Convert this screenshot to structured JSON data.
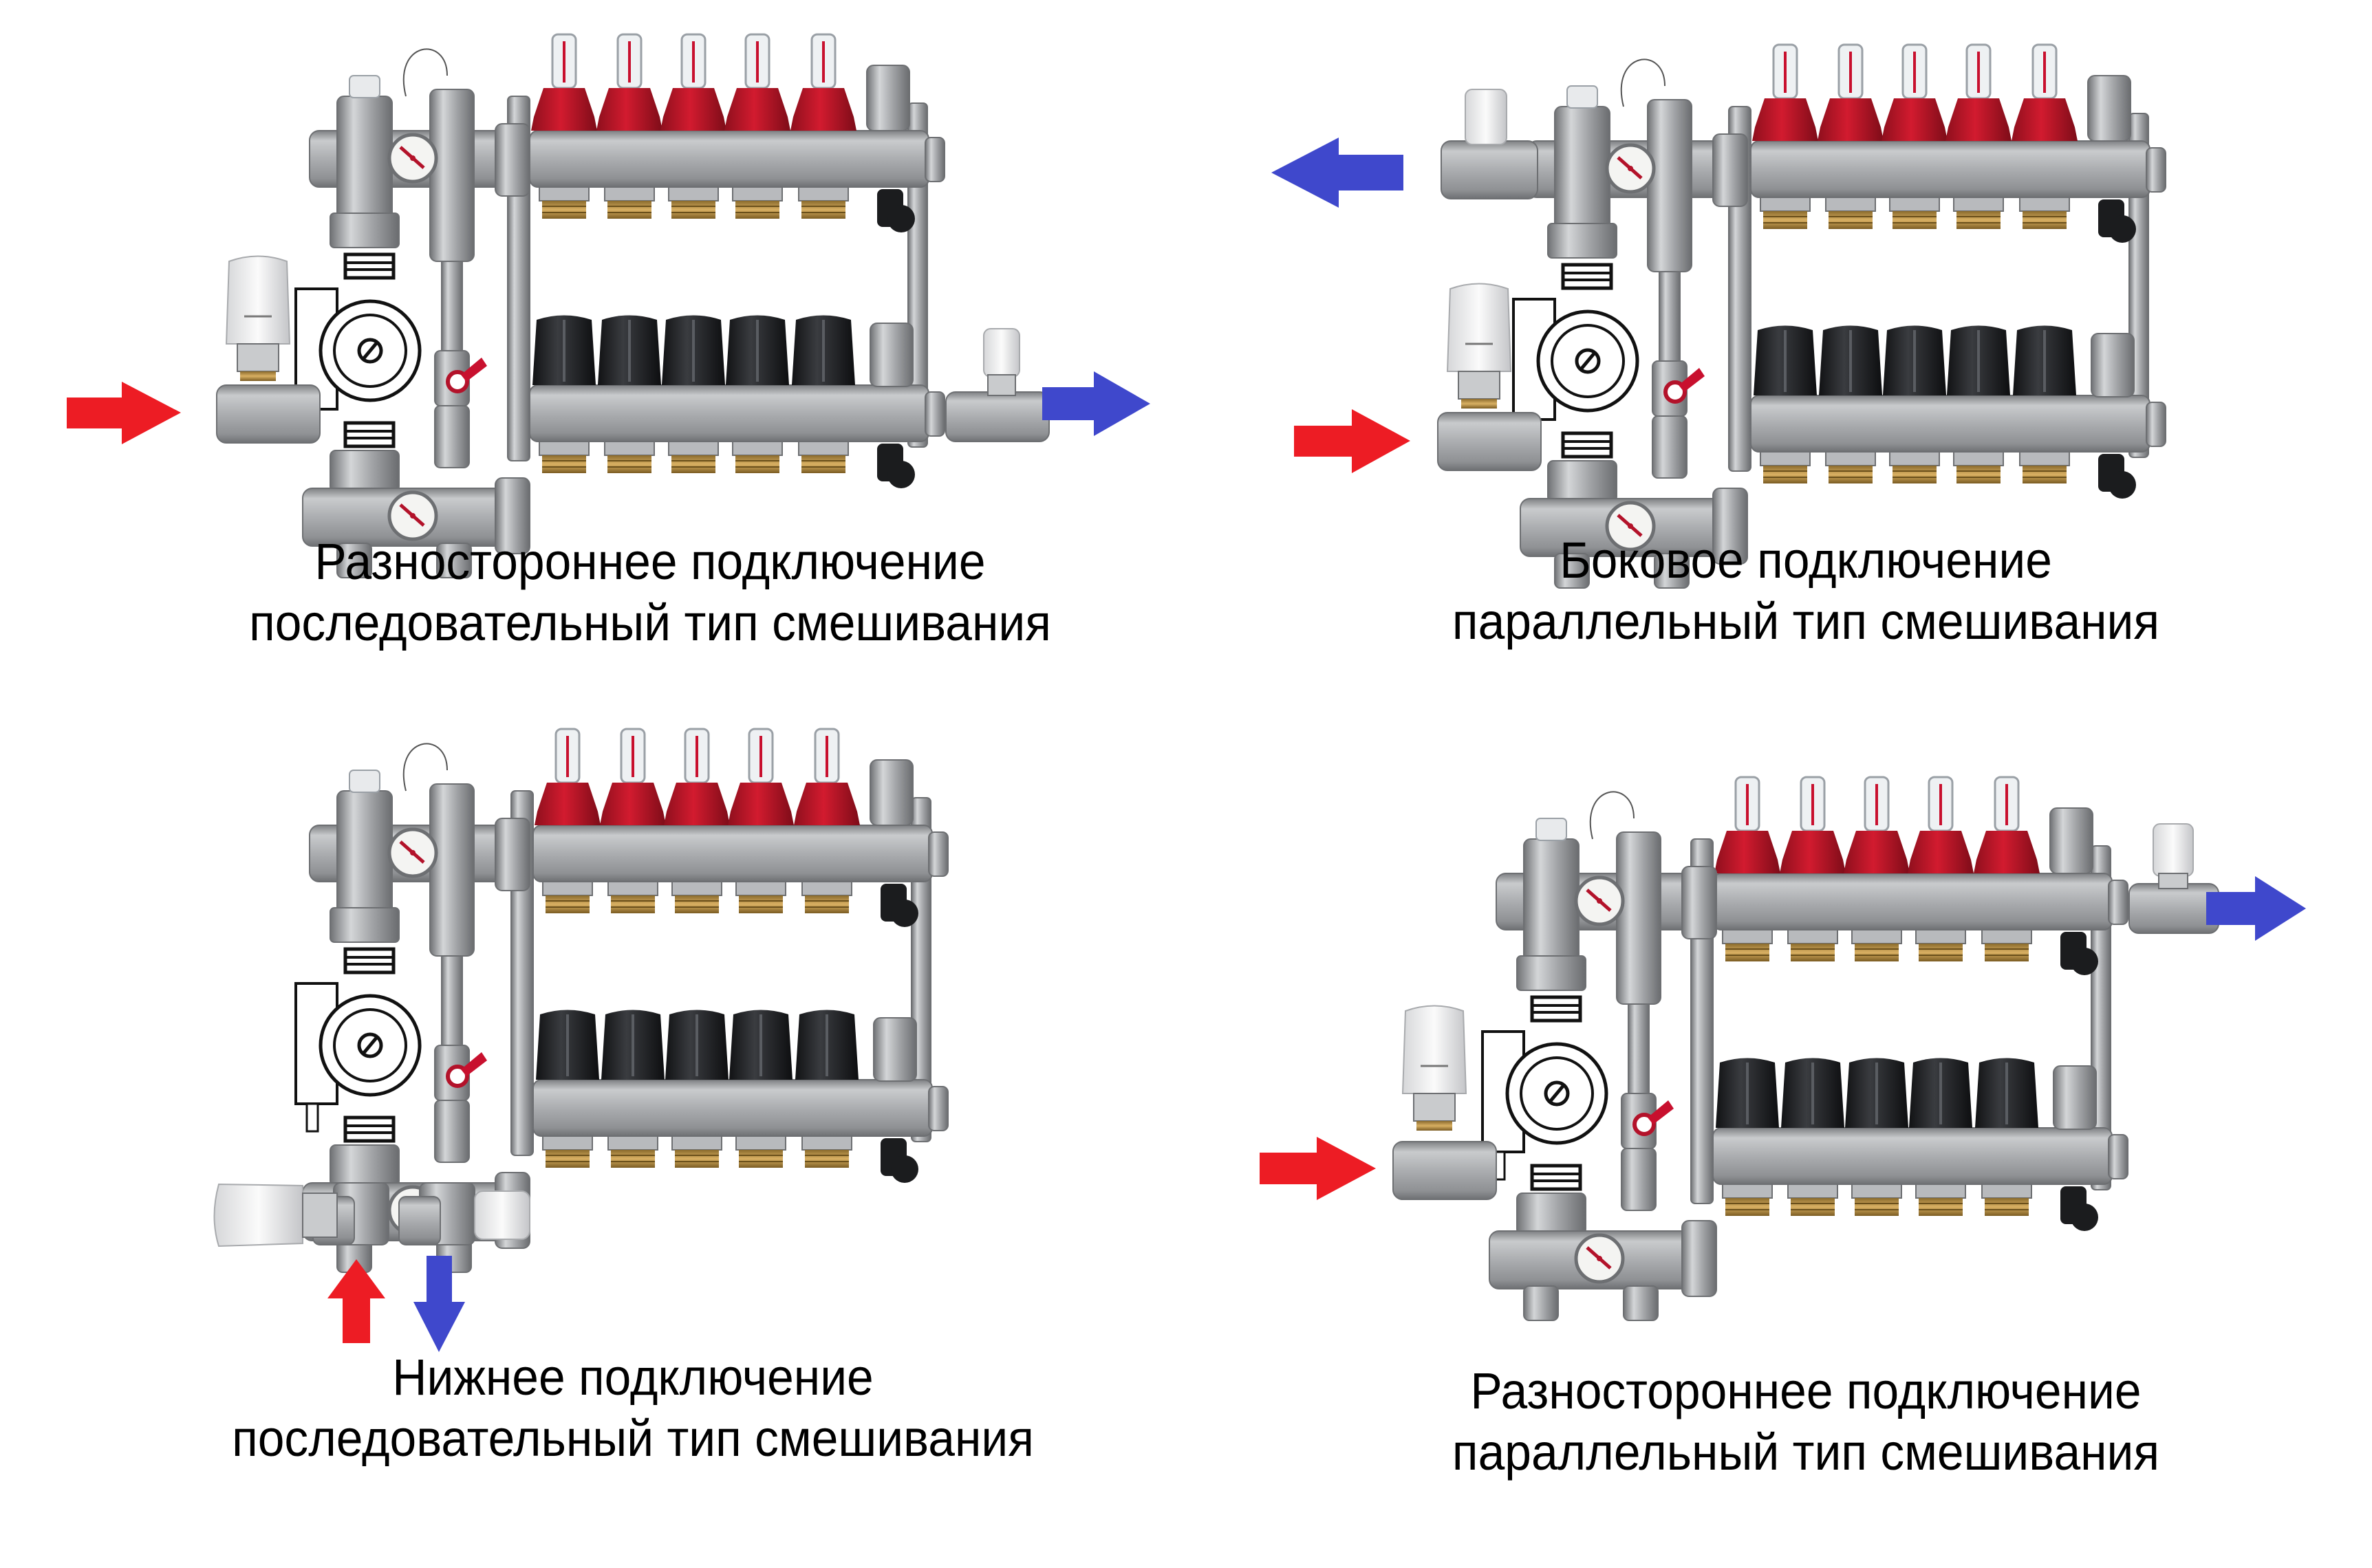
{
  "colors": {
    "hot_arrow": "#ED1C24",
    "cold_arrow": "#3F48CC",
    "flowmeter_cap": "#C8102E",
    "knob": "#1E1F22",
    "steel": "#A9ABAE",
    "brass": "#B8893A",
    "background": "#FFFFFF"
  },
  "schemes": [
    {
      "id": "top-left",
      "caption": [
        "Разностороннее подключение",
        "последовательный тип смешивания"
      ],
      "inlet_arrow": {
        "color": "hot",
        "direction": "right",
        "icon": "arrow-right-icon"
      },
      "outlet_arrow": {
        "color": "cold",
        "direction": "right",
        "icon": "arrow-right-icon"
      },
      "circuits": 5
    },
    {
      "id": "top-right",
      "caption": [
        "Боковое подключение",
        "параллельный тип смешивания"
      ],
      "inlet_arrow": {
        "color": "hot",
        "direction": "right",
        "icon": "arrow-right-icon"
      },
      "outlet_arrow": {
        "color": "cold",
        "direction": "left",
        "icon": "arrow-left-icon"
      },
      "circuits": 5
    },
    {
      "id": "bottom-left",
      "caption": [
        "Нижнее подключение",
        "последовательный тип смешивания"
      ],
      "inlet_arrow": {
        "color": "hot",
        "direction": "up",
        "icon": "arrow-up-icon"
      },
      "outlet_arrow": {
        "color": "cold",
        "direction": "down",
        "icon": "arrow-down-icon"
      },
      "circuits": 5
    },
    {
      "id": "bottom-right",
      "caption": [
        "Разностороннее подключение",
        "параллельный тип смешивания"
      ],
      "inlet_arrow": {
        "color": "hot",
        "direction": "right",
        "icon": "arrow-right-icon"
      },
      "outlet_arrow": {
        "color": "cold",
        "direction": "right",
        "icon": "arrow-right-icon"
      },
      "circuits": 5
    }
  ]
}
